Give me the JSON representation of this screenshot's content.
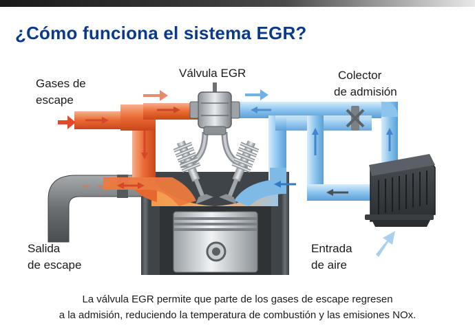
{
  "title": "¿Cómo funciona el sistema EGR?",
  "labels": {
    "gases_escape_1": "Gases de",
    "gases_escape_2": "escape",
    "valvula_egr": "Válvula EGR",
    "colector_1": "Colector",
    "colector_2": "de admisión",
    "salida_1": "Salida",
    "salida_2": "de escape",
    "entrada_1": "Entrada",
    "entrada_2": "de aire"
  },
  "caption": {
    "line1": "La válvula EGR permite que parte de los gases de escape regresen",
    "line2": "a la admisión, reduciendo la temperatura de combustión y las emisiones NOx."
  },
  "colors": {
    "title": "#0a3a8c",
    "exhaust_flow": "#e8572a",
    "intake_flow": "#5aa6e0",
    "engine_metal": "#4d5256"
  }
}
